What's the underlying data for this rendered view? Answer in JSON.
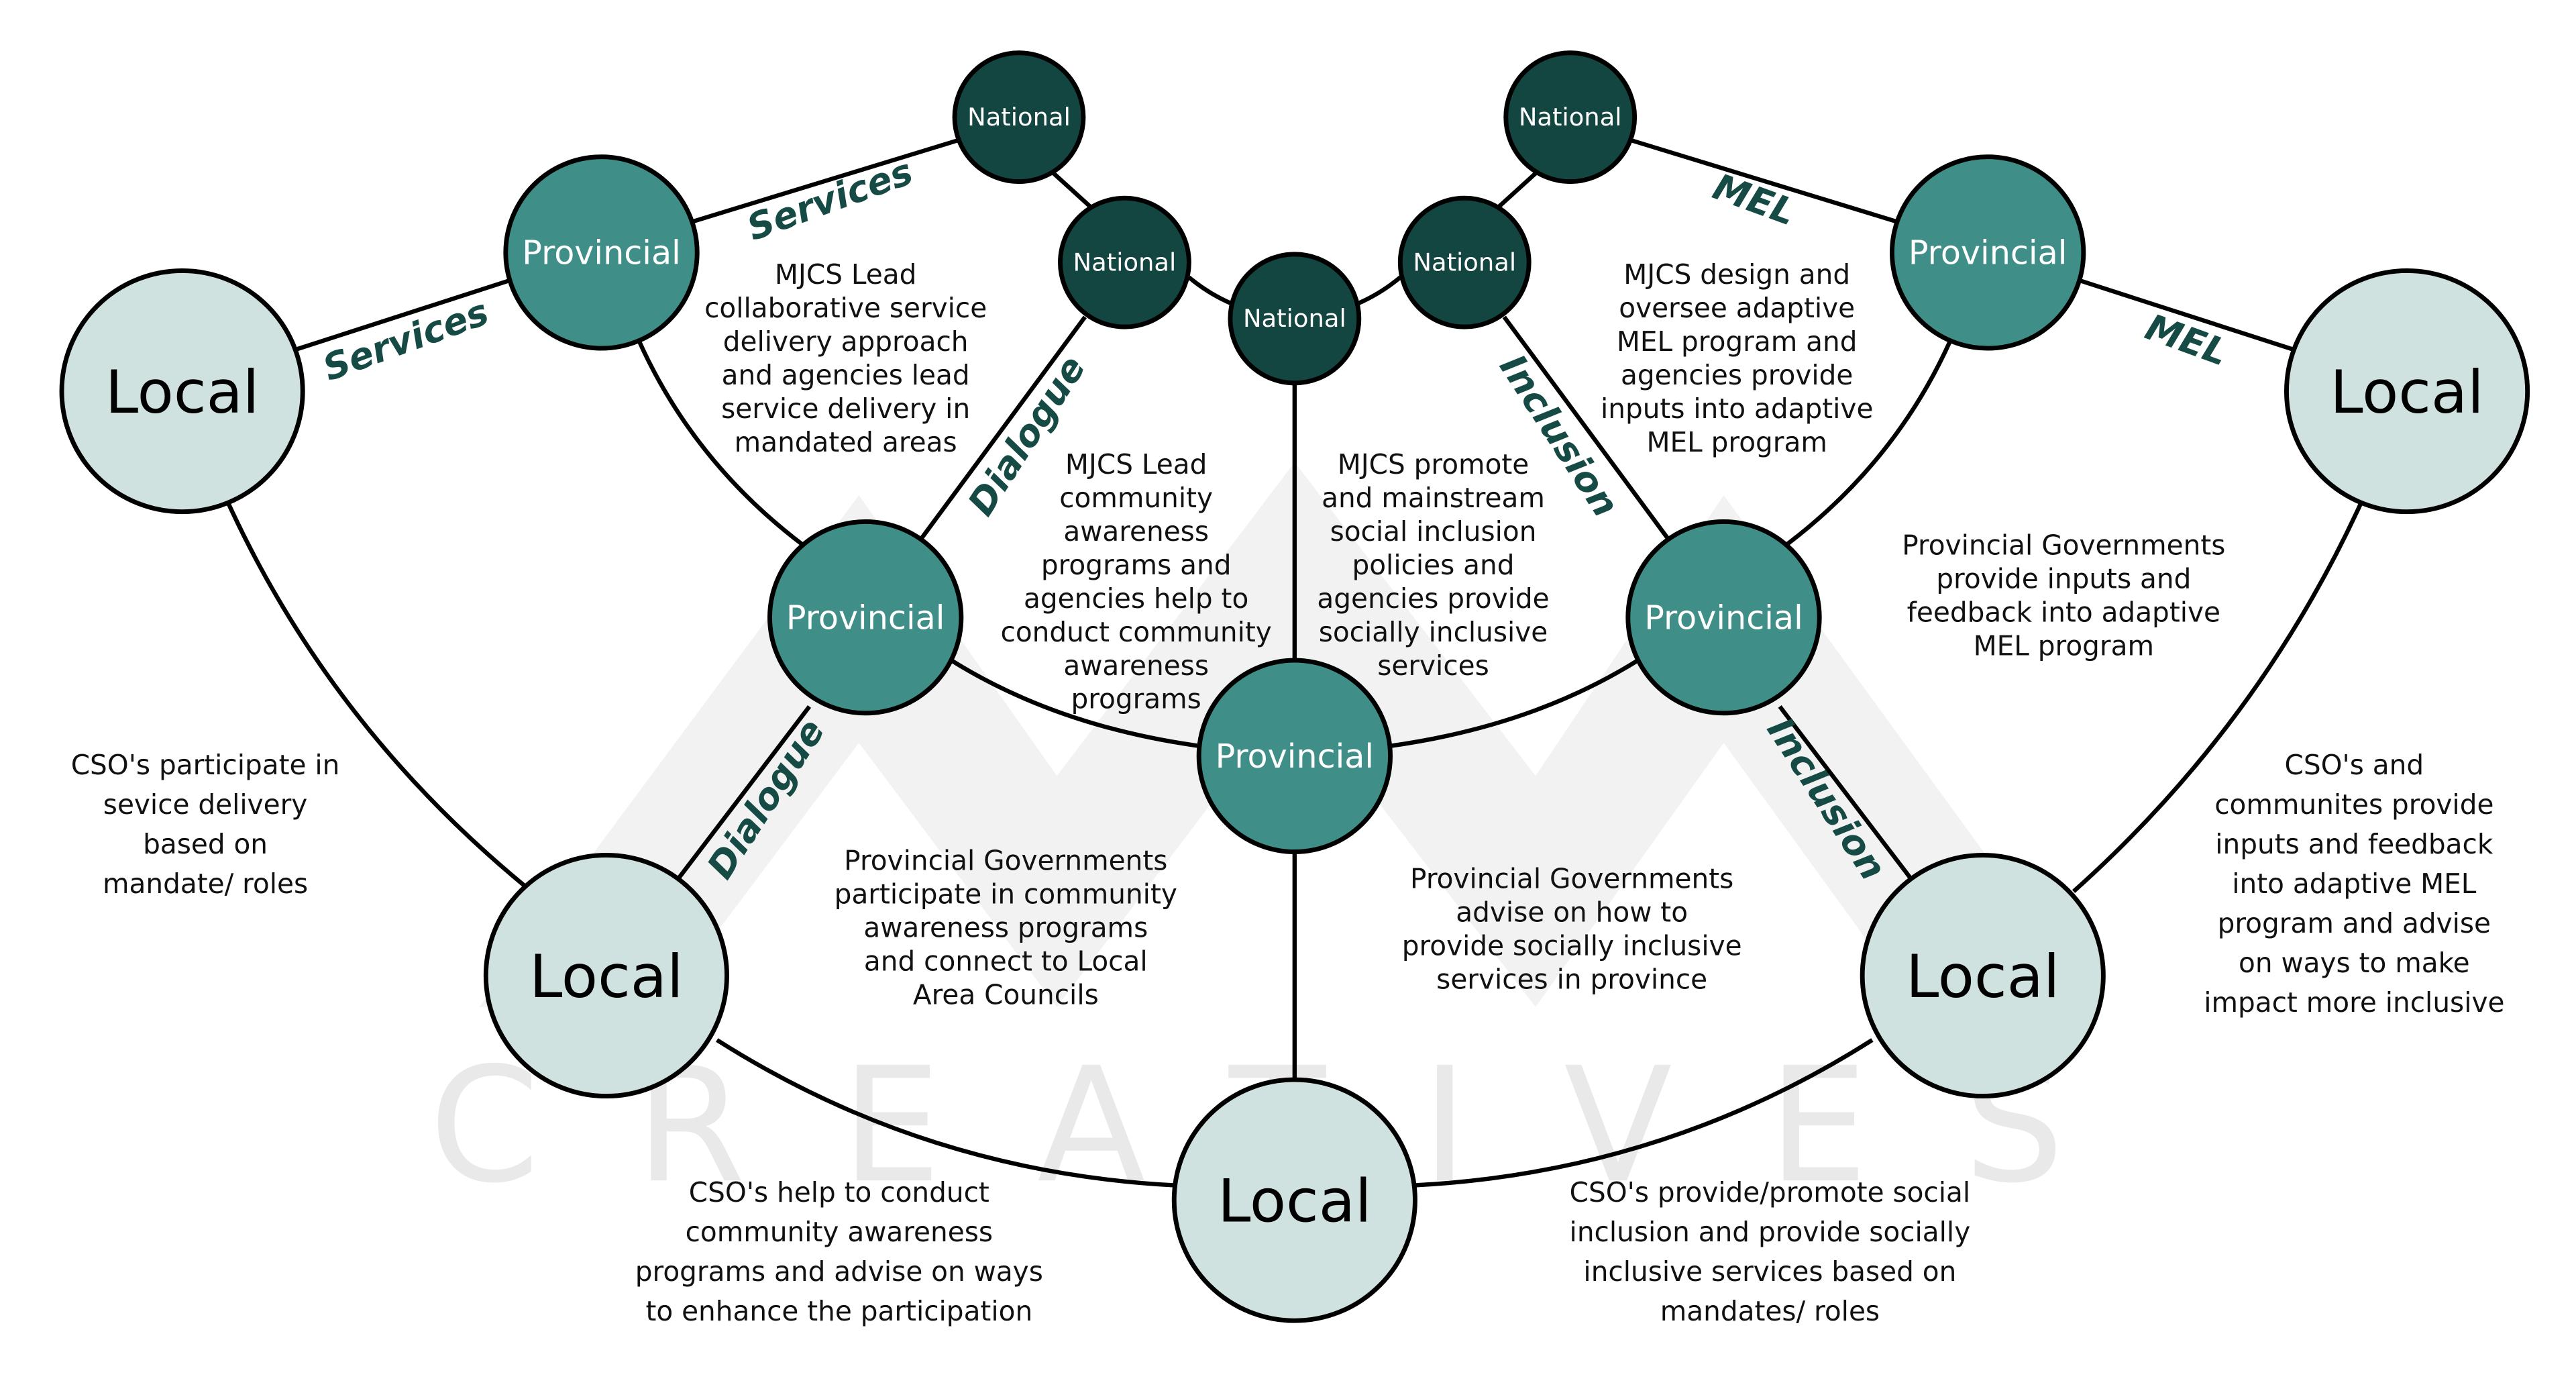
{
  "colors": {
    "local_fill": "#cfe2df",
    "provincial_fill": "#3f8f88",
    "national_fill": "#144641",
    "edge_label": "#154a45",
    "watermark": "#ececec"
  },
  "watermark": "CREATIVES",
  "nodes": {
    "local_left": "Local",
    "local_right": "Local",
    "local_mid_left": "Local",
    "local_mid_right": "Local",
    "local_bottom": "Local",
    "prov_top_left": "Provincial",
    "prov_top_right": "Provincial",
    "prov_mid_left": "Provincial",
    "prov_center": "Provincial",
    "prov_mid_right": "Provincial",
    "nat_1": "National",
    "nat_2": "National",
    "nat_3": "National",
    "nat_4": "National",
    "nat_5": "National"
  },
  "edge_labels": {
    "services_upper": "Services",
    "services_lower": "Services",
    "dialogue_upper": "Dialogue",
    "dialogue_lower": "Dialogue",
    "inclusion_upper": "Inclusion",
    "inclusion_lower": "Inclusion",
    "mel_upper": "MEL",
    "mel_lower": "MEL"
  },
  "descriptions": {
    "services_national": [
      "MJCS Lead",
      "collaborative service",
      "delivery approach",
      "and agencies lead",
      "service delivery in",
      "mandated areas"
    ],
    "dialogue_national": [
      "MJCS Lead",
      "community",
      "awareness",
      "programs and",
      "agencies help to",
      "conduct community",
      "awareness",
      "programs"
    ],
    "inclusion_national": [
      "MJCS promote",
      "and mainstream",
      "social inclusion",
      "policies and",
      "agencies provide",
      "socially inclusive",
      "services"
    ],
    "mel_national": [
      "MJCS design and",
      "oversee adaptive",
      "MEL program and",
      "agencies provide",
      "inputs into adaptive",
      "MEL program"
    ],
    "mel_provincial": [
      "Provincial Governments",
      "provide inputs and",
      "feedback into adaptive",
      "MEL program"
    ],
    "services_local": [
      "CSO's participate in",
      "sevice delivery",
      "based on",
      "mandate/ roles"
    ],
    "dialogue_provincial": [
      "Provincial Governments",
      "participate in community",
      "awareness programs",
      "and connect to Local",
      "Area Councils"
    ],
    "inclusion_provincial": [
      "Provincial Governments",
      "advise on how to",
      "provide socially inclusive",
      "services in province"
    ],
    "mel_local": [
      "CSO's and",
      "communites provide",
      "inputs and feedback",
      "into adaptive MEL",
      "program and advise",
      "on ways to make",
      "impact more inclusive"
    ],
    "dialogue_local": [
      "CSO's help to conduct",
      "community awareness",
      "programs and advise on ways",
      "to enhance the participation"
    ],
    "inclusion_local": [
      "CSO's provide/promote social",
      "inclusion and provide socially",
      "inclusive services based on",
      "mandates/ roles"
    ]
  }
}
